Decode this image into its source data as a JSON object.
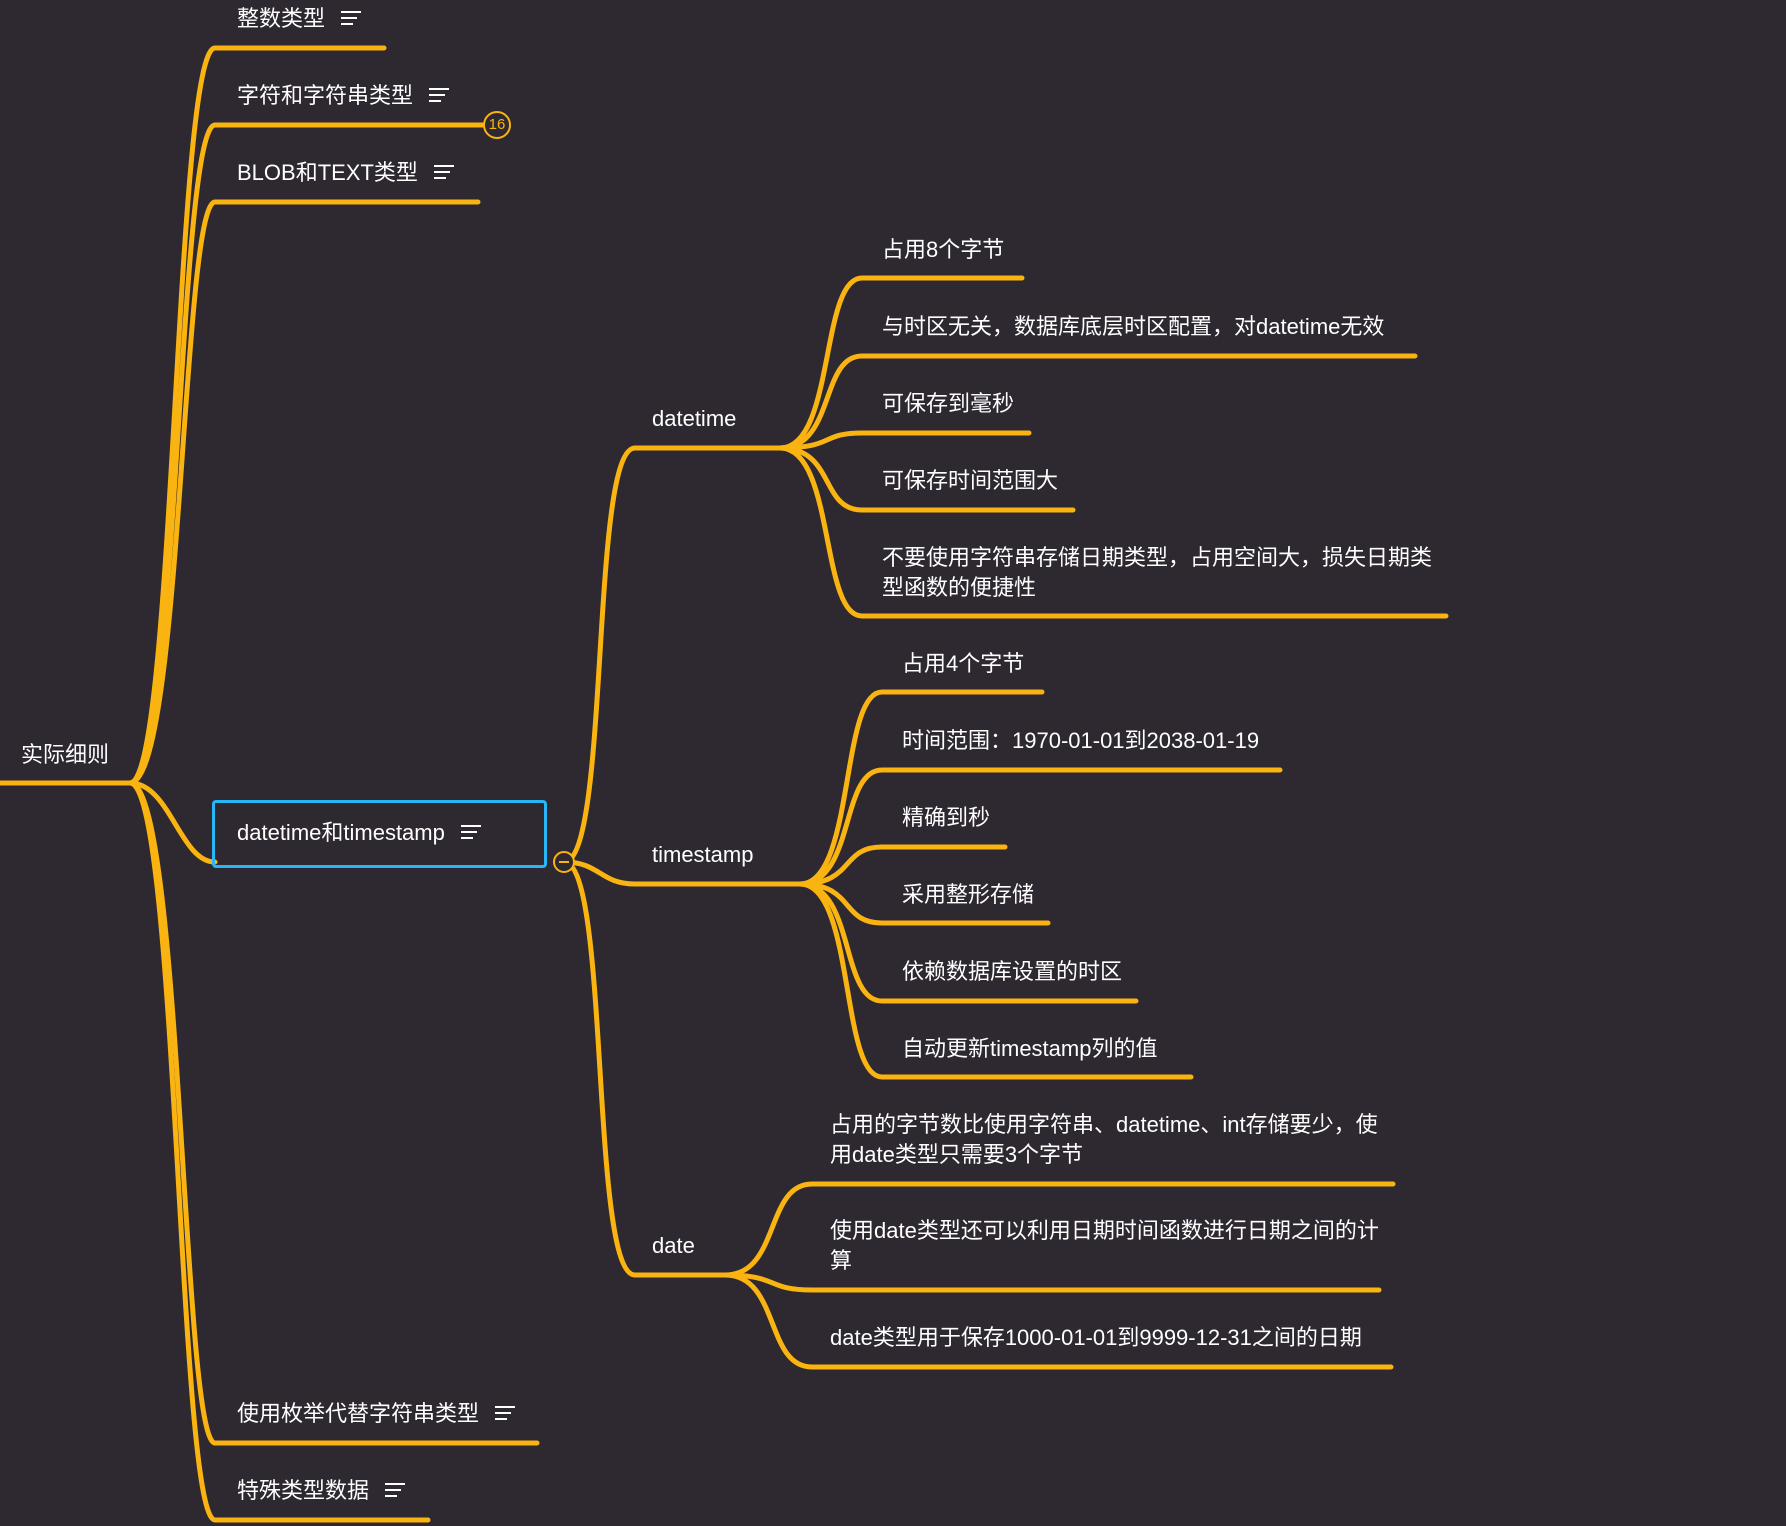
{
  "theme": {
    "background": "#2e2830",
    "branch_color": "#f9b411",
    "selection_color": "#29b6f6",
    "text_color": "#ffffff"
  },
  "root": {
    "label": "实际细则"
  },
  "topics": {
    "integer": {
      "label": "整数类型",
      "has_notes": true
    },
    "string": {
      "label": "字符和字符串类型",
      "has_notes": true,
      "collapsed_count": "16"
    },
    "blob": {
      "label": "BLOB和TEXT类型",
      "has_notes": true
    },
    "datetime_ts": {
      "label": "datetime和timestamp",
      "has_notes": true,
      "selected": true,
      "collapse_icon": "minus-circle-icon"
    },
    "enum": {
      "label": "使用枚举代替字符串类型",
      "has_notes": true
    },
    "special": {
      "label": "特殊类型数据",
      "has_notes": true
    }
  },
  "datetime": {
    "label": "datetime",
    "items": [
      "占用8个字节",
      "与时区无关，数据库底层时区配置，对datetime无效",
      "可保存到毫秒",
      "可保存时间范围大",
      "不要使用字符串存储日期类型，占用空间大，损失日期类型函数的便捷性"
    ]
  },
  "timestamp": {
    "label": "timestamp",
    "items": [
      "占用4个字节",
      "时间范围：1970-01-01到2038-01-19",
      "精确到秒",
      "采用整形存储",
      "依赖数据库设置的时区",
      "自动更新timestamp列的值"
    ]
  },
  "date": {
    "label": "date",
    "items": [
      "占用的字节数比使用字符串、datetime、int存储要少，使用date类型只需要3个字节",
      "使用date类型还可以利用日期时间函数进行日期之间的计算",
      "date类型用于保存1000-01-01到9999-12-31之间的日期"
    ]
  }
}
